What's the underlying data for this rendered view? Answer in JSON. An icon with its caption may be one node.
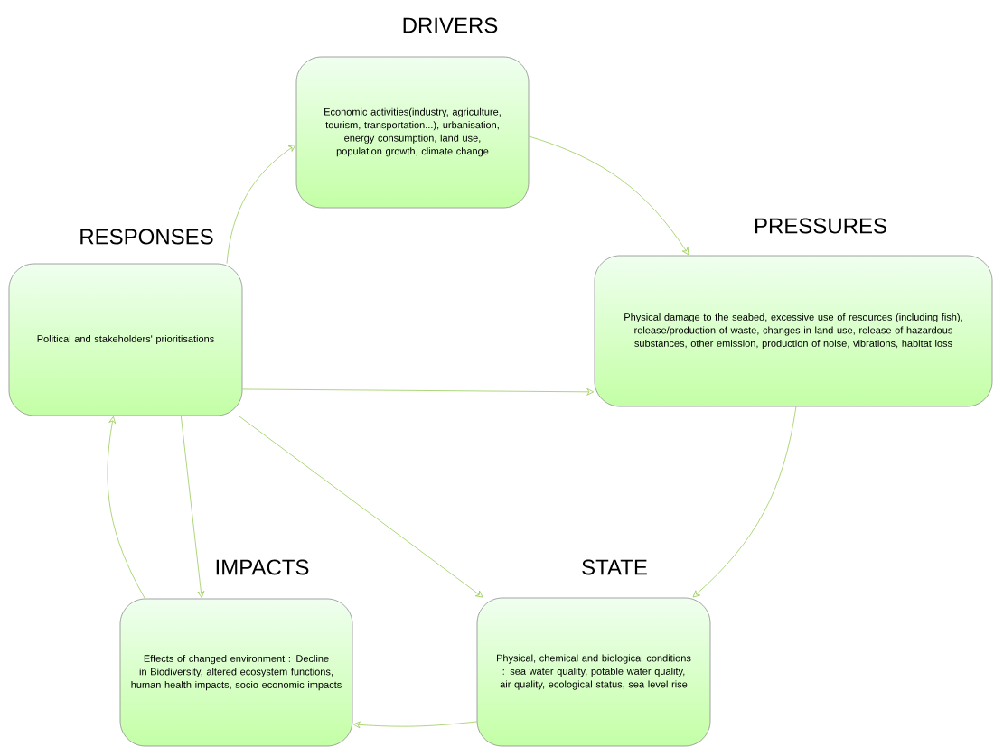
{
  "diagram": {
    "nodes": [
      {
        "text": [
          "DRIVERS",
          "Economic activities(industry, agriculture, tourism, transportation...), urbanisation, energy consumption, land use, population growth, climate change"
        ]
      },
      {
        "text": [
          "RESPONSES",
          "Political and stakeholders' prioritisations"
        ]
      },
      {
        "text": [
          "PRESSURES",
          "Physical damage to the seabed, excessive use of resources (including fish), release/production of waste, changes in land use, release of hazardous substances, other emission, production of noise, vibrations, habitat loss"
        ]
      },
      {
        "text": [
          "IMPACTS",
          "Effects of changed environment : Decline in Biodiversity, altered ecosystem functions, human health impacts, socio economic impacts"
        ]
      },
      {
        "text": [
          "STATE",
          "Physical, chemical and biological conditions : sea water quality, potable water quality, air quality, ecological status, sea level rise"
        ]
      }
    ],
    "edges": [
      {
        "from": 1,
        "to": 0,
        "arrow": "to"
      },
      {
        "from": 0,
        "to": 2,
        "arrow": "to"
      },
      {
        "from": 1,
        "to": 2,
        "arrow": "to"
      },
      {
        "from": 2,
        "to": 4,
        "arrow": "to"
      },
      {
        "from": 1,
        "to": 3,
        "arrow": "to"
      },
      {
        "from": 1,
        "to": 4,
        "arrow": "to"
      },
      {
        "from": 4,
        "to": 3,
        "arrow": "to"
      },
      {
        "from": 3,
        "to": 1,
        "arrow": "to"
      }
    ]
  }
}
